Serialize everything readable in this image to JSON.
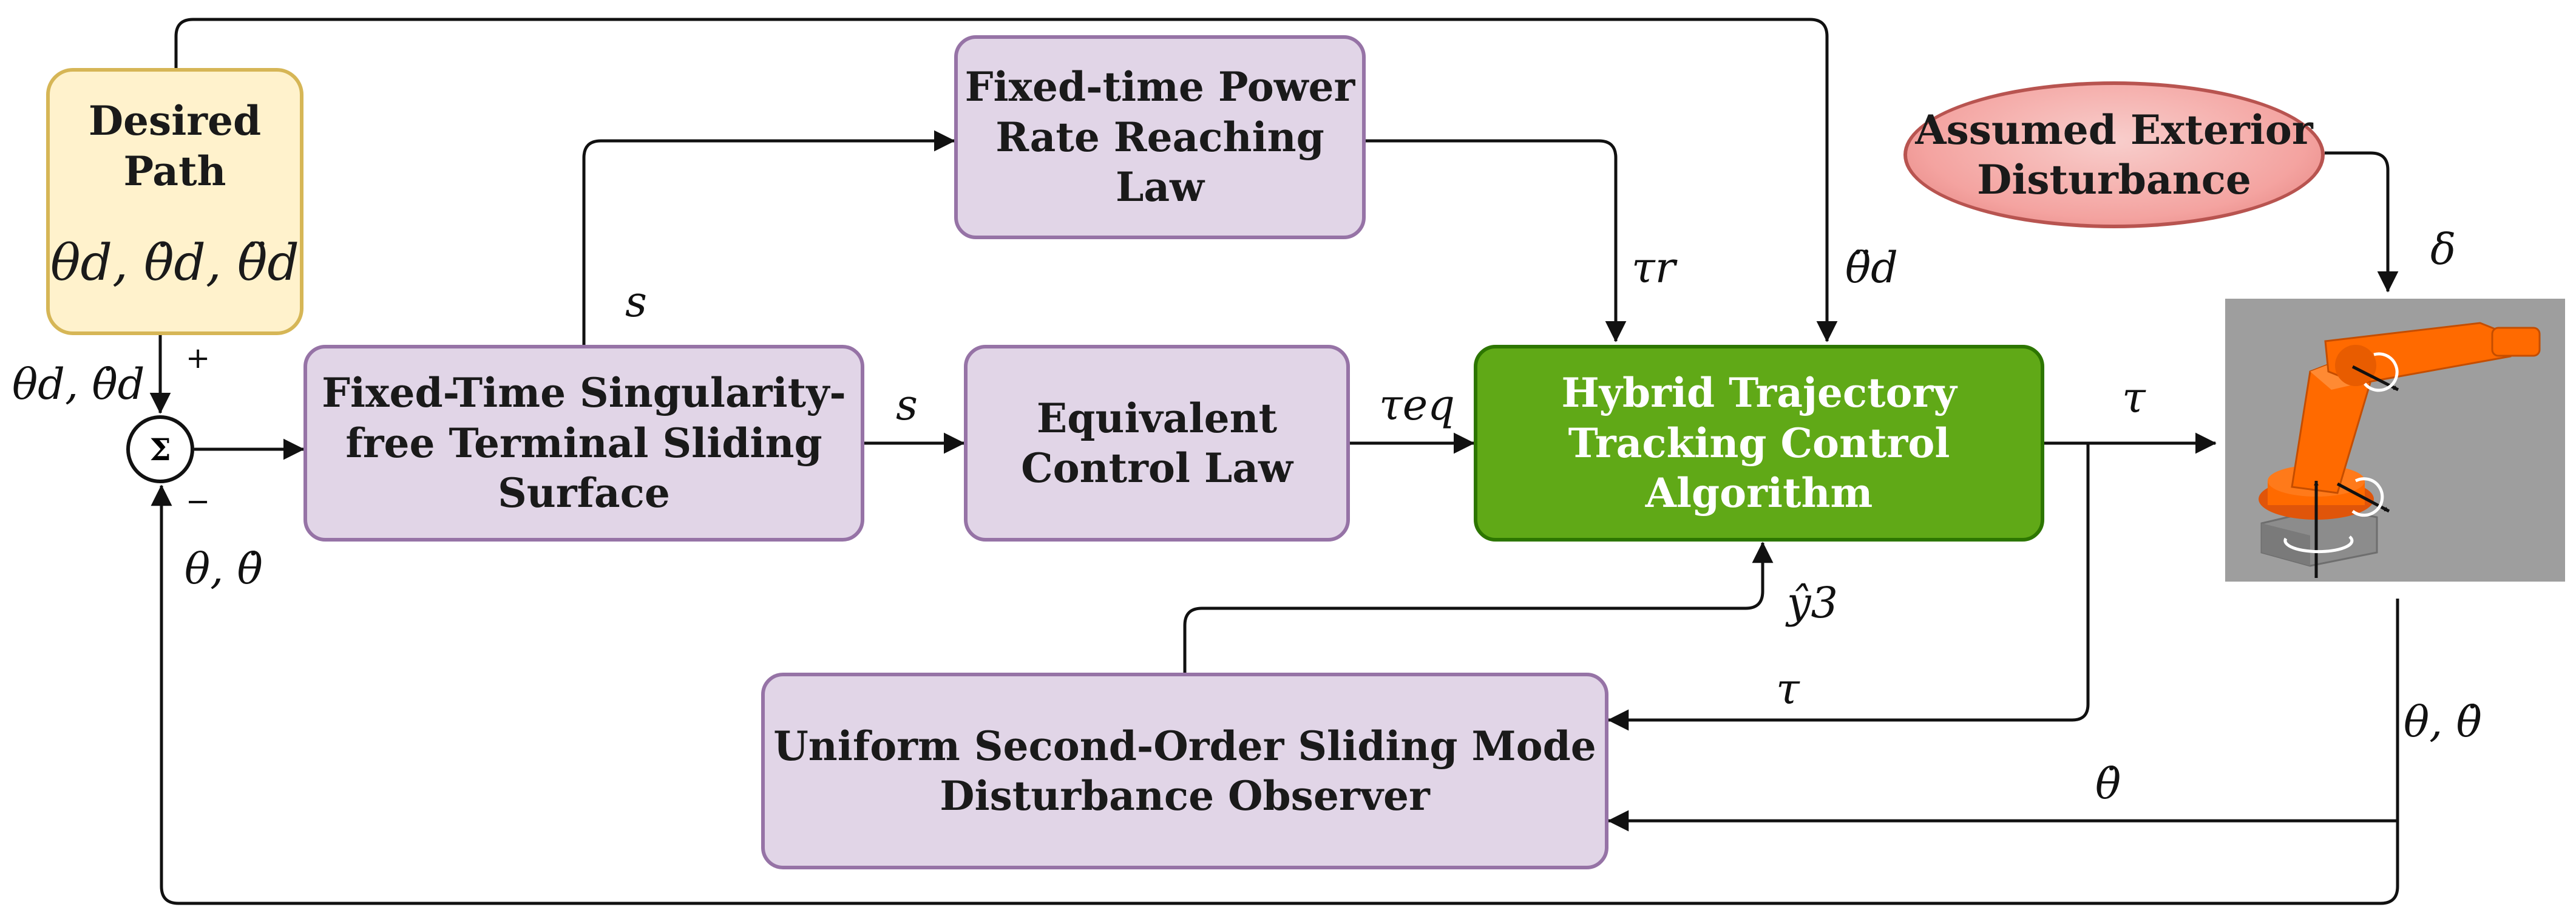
{
  "blocks": {
    "desired_path": {
      "title_line1": "Desired",
      "title_line2": "Path",
      "signals": "θd, θ̇d, θ̈d"
    },
    "summing_junction": {
      "symbol": "Σ",
      "plus": "+",
      "minus": "−"
    },
    "fixed_time_surface": {
      "line1": "Fixed-Time Singularity-",
      "line2": "free Terminal Sliding",
      "line3": "Surface"
    },
    "reaching_law": {
      "line1": "Fixed-time Power",
      "line2": "Rate Reaching Law"
    },
    "equivalent_control": {
      "line1": "Equivalent",
      "line2": "Control Law"
    },
    "hybrid_controller": {
      "line1": "Hybrid Trajectory",
      "line2": "Tracking Control",
      "line3": "Algorithm"
    },
    "disturbance": {
      "line1": "Assumed Exterior",
      "line2": "Disturbance"
    },
    "observer": {
      "line1": "Uniform Second-Order Sliding Mode",
      "line2": "Disturbance Observer"
    }
  },
  "signals": {
    "reference": "θd, θ̇d",
    "feedback_left": "θ, θ̇",
    "s_up": "s",
    "s_right": "s",
    "tau_r": "τr",
    "theta_dd_d": "θ̈d",
    "tau_eq": "τeq",
    "tau_out": "τ",
    "delta": "δ",
    "y3_hat": "ŷ3",
    "tau_fb": "τ",
    "theta_dot_fb": "θ̇",
    "feedback_right": "θ, θ̇"
  },
  "colors": {
    "purple_fill": "#e1d5e7",
    "purple_border": "#9673a6",
    "yellow_fill": "#fff2cc",
    "yellow_border": "#d6b656",
    "green_fill": "#60a917",
    "green_border": "#2d7600",
    "red_fill": "#f8cecc",
    "red_border": "#b85450",
    "robot_body": "#ff6a00",
    "robot_background": "#9e9e9e"
  }
}
